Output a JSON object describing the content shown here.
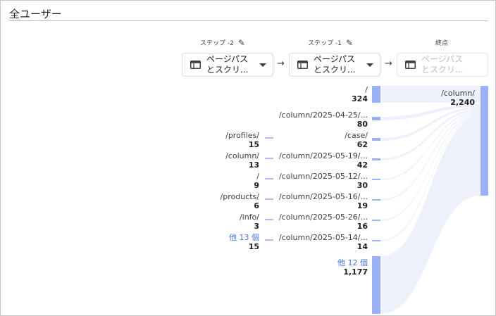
{
  "title": "全ユーザー",
  "steps": [
    {
      "header": "ステップ -2",
      "dropdown": "ページパス\nとスクリ...",
      "enabled": true
    },
    {
      "header": "ステップ -1",
      "dropdown": "ページパス\nとスクリ...",
      "enabled": true
    },
    {
      "header": "終点",
      "dropdown": "ページパス\nとスクリ...",
      "enabled": false
    }
  ],
  "icons": {
    "edit": "pencil-icon",
    "table": "table-icon",
    "caret": "caret-down-icon",
    "arrow": "arrow-right-icon"
  },
  "colors": {
    "node": "#9bb1f3",
    "link": "#eef1fb",
    "other_text": "#4a76d4",
    "accent_line": "#8fa8ef"
  },
  "step_minus2": [
    {
      "path": "/profiles/",
      "count": "15"
    },
    {
      "path": "/column/",
      "count": "13"
    },
    {
      "path": "/",
      "count": "9"
    },
    {
      "path": "/products/",
      "count": "6"
    },
    {
      "path": "/info/",
      "count": "3"
    },
    {
      "path": "他 13 個",
      "count": "15",
      "other": true
    }
  ],
  "step_minus1": [
    {
      "path": "/",
      "count": "324"
    },
    {
      "path": "/column/2025-04-25/...",
      "count": "80"
    },
    {
      "path": "/case/",
      "count": "62"
    },
    {
      "path": "/column/2025-05-19/...",
      "count": "42"
    },
    {
      "path": "/column/2025-05-12/...",
      "count": "30"
    },
    {
      "path": "/column/2025-05-16/...",
      "count": "19"
    },
    {
      "path": "/column/2025-05-26/...",
      "count": "16"
    },
    {
      "path": "/column/2025-05-14/...",
      "count": "14"
    },
    {
      "path": "他 12 個",
      "count": "1,177",
      "other": true
    }
  ],
  "endpoint": {
    "path": "/column/",
    "count": "2,240"
  }
}
